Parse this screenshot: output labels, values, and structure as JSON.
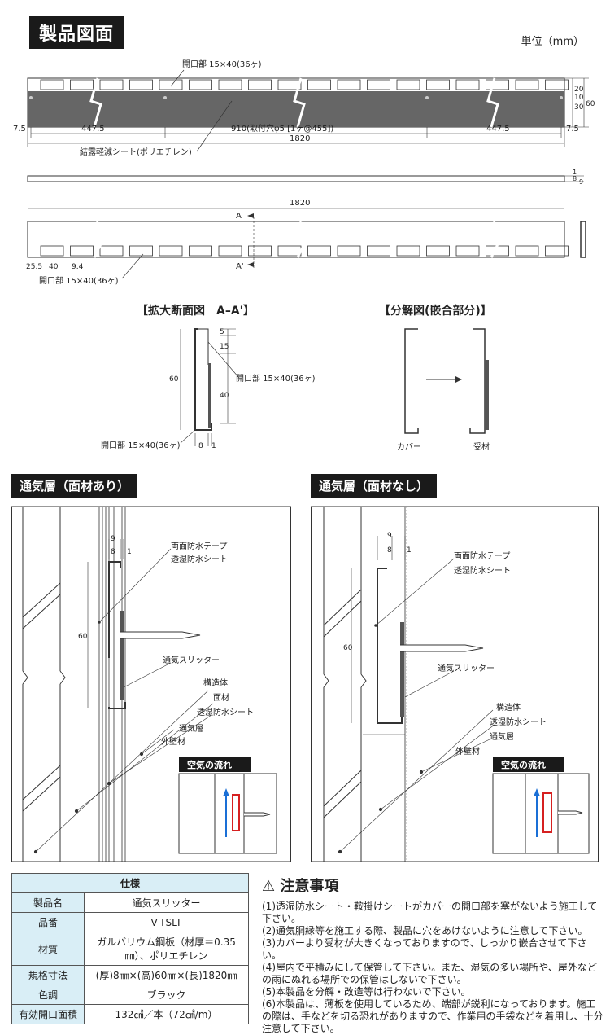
{
  "header": {
    "title": "製品図面",
    "unit": "単位（mm）"
  },
  "top_drawing": {
    "opening_label": "開口部 15×40(36ヶ)",
    "dims": [
      "7.5",
      "447.5",
      "910(取付穴φ5 [1ヶ@455])",
      "447.5",
      "7.5"
    ],
    "total": "1820",
    "sheet_label": "結露軽減シート(ポリエチレン)",
    "right_dims": [
      "20",
      "10",
      "30",
      "60"
    ]
  },
  "thin_strip": {
    "dims": [
      "1",
      "8",
      "9"
    ]
  },
  "bottom_drawing": {
    "total": "1820",
    "section_mark_a": "A",
    "section_mark_a2": "A'",
    "dims": [
      "25.5",
      "40",
      "9.4"
    ],
    "opening_label": "開口部 15×40(36ヶ)"
  },
  "section_view": {
    "title": "【拡大断面図　A–A'】",
    "dims": [
      "5",
      "15",
      "40",
      "60",
      "8",
      "1"
    ],
    "opening_label_1": "開口部 15×40(36ヶ)",
    "opening_label_2": "開口部 15×40(36ヶ)"
  },
  "exploded_view": {
    "title": "【分解図(嵌合部分)】",
    "cover": "カバー",
    "receiver": "受材"
  },
  "layer_with_face": {
    "title": "通気層（面材あり）",
    "dims": [
      "9",
      "8",
      "1",
      "60"
    ],
    "labels": [
      "両面防水テープ",
      "透湿防水シート",
      "通気スリッター",
      "構造体",
      "面材",
      "透湿防水シート",
      "通気層",
      "外壁材"
    ],
    "airflow": "空気の流れ"
  },
  "layer_without_face": {
    "title": "通気層（面材なし）",
    "dims": [
      "9",
      "8",
      "1",
      "60"
    ],
    "labels": [
      "両面防水テープ",
      "透湿防水シート",
      "通気スリッター",
      "構造体",
      "透湿防水シート",
      "通気層",
      "外壁材"
    ],
    "airflow": "空気の流れ"
  },
  "spec": {
    "title": "仕様",
    "rows": [
      {
        "label": "製品名",
        "value": "通気スリッター"
      },
      {
        "label": "品番",
        "value": "V-TSLT"
      },
      {
        "label": "材質",
        "value": "ガルバリウム鋼板（材厚＝0.35㎜）、ポリエチレン"
      },
      {
        "label": "規格寸法",
        "value": "(厚)8㎜×(高)60㎜×(長)1820㎜"
      },
      {
        "label": "色調",
        "value": "ブラック"
      },
      {
        "label": "有効開口面積",
        "value": "132㎠／本（72㎠/m）"
      }
    ]
  },
  "notes": {
    "title": "注意事項",
    "items": [
      "(1)透湿防水シート・鞍掛けシートがカバーの開口部を塞がないよう施工して下さい。",
      "(2)通気胴縁等を施工する際、製品に穴をあけないように注意して下さい。",
      "(3)カバーより受材が大きくなっておりますので、しっかり嵌合させて下さい。",
      "(4)屋内で平積みにして保管して下さい。また、湿気の多い場所や、屋外などの雨にぬれる場所での保管はしないで下さい。",
      "(5)本製品を分解・改造等は行わないで下さい。",
      "(6)本製品は、薄板を使用しているため、端部が鋭利になっております。施工の際は、手などを切る恐れがありますので、作業用の手袋などを着用し、十分注意して下さい。"
    ]
  },
  "colors": {
    "sheet": "#666666",
    "badge": "#1a1a1a",
    "table_header": "#d9eef6",
    "airflow_arrow": "#1a6fd6",
    "tape": "#d62020"
  }
}
